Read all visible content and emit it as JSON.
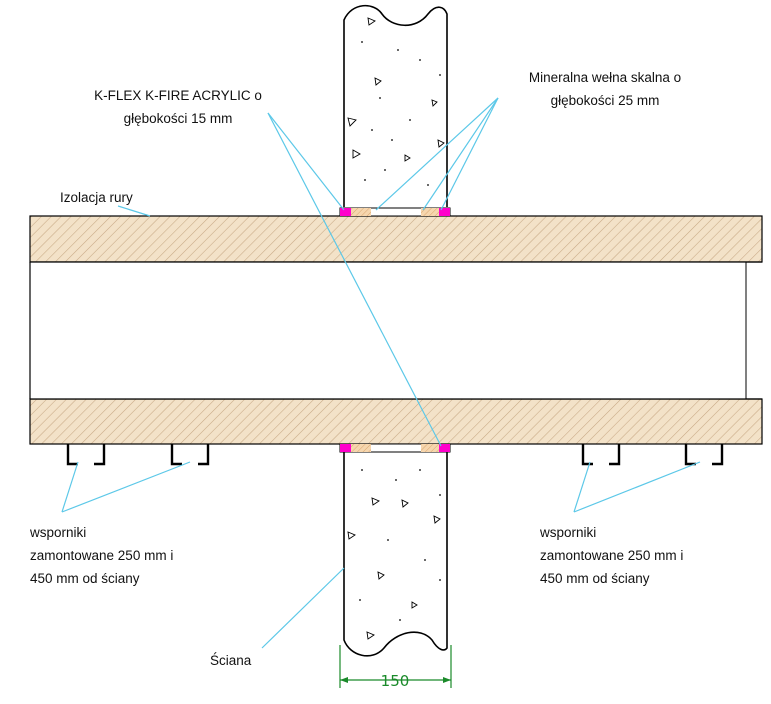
{
  "labels": {
    "kflex_line1": "K-FLEX K-FIRE ACRYLIC o",
    "kflex_line2": "głębokości 15 mm",
    "wool_line1": "Mineralna wełna skalna o",
    "wool_line2": "głębokości 25 mm",
    "insulation": "Izolacja rury",
    "supports_left_line1": "wsporniki",
    "supports_left_line2": "zamontowane 250 mm i",
    "supports_left_line3": "450 mm od ściany",
    "supports_right_line1": "wsporniki",
    "supports_right_line2": "zamontowane 250 mm i",
    "supports_right_line3": "450 mm od ściany",
    "wall": "Ściana",
    "dimension": "150"
  },
  "colors": {
    "insulation_fill": "#f3e2c8",
    "hatch": "#b89c78",
    "sealant": "#ff00cc",
    "wool": "#f0c79a",
    "leader": "#5cc8e8",
    "dimension": "#1a8a2a",
    "outline": "#000000"
  }
}
